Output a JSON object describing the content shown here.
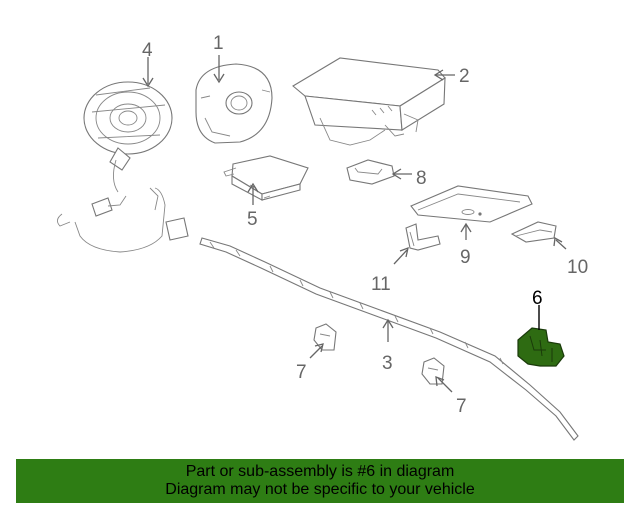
{
  "labels": {
    "p1": "1",
    "p2": "2",
    "p3": "3",
    "p4": "4",
    "p5": "5",
    "p6": "6",
    "p7a": "7",
    "p7b": "7",
    "p8": "8",
    "p9": "9",
    "p10": "10",
    "p11": "11"
  },
  "highlight_part": "6",
  "colors": {
    "highlight_fill": "#2e6b12",
    "banner_bg": "#2e7d14"
  },
  "banner": {
    "line1": "Part or sub-assembly is #6 in diagram",
    "line2": "Diagram may not be specific to your vehicle"
  }
}
